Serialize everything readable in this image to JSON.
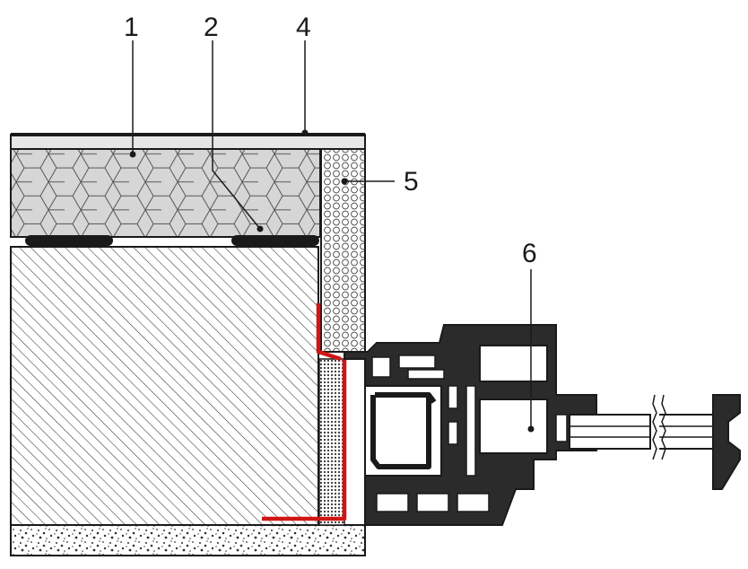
{
  "callouts": [
    {
      "label": "1"
    },
    {
      "label": "2"
    },
    {
      "label": "4"
    },
    {
      "label": "5"
    },
    {
      "label": "6"
    }
  ],
  "colors": {
    "outline": "#1a1a1a",
    "profile": "#2b2b2b",
    "sealing_membrane": "#d01515",
    "insulation_fill": "#d6d6d6",
    "cladding": "#e6e6e6",
    "hatch": "#333333"
  }
}
